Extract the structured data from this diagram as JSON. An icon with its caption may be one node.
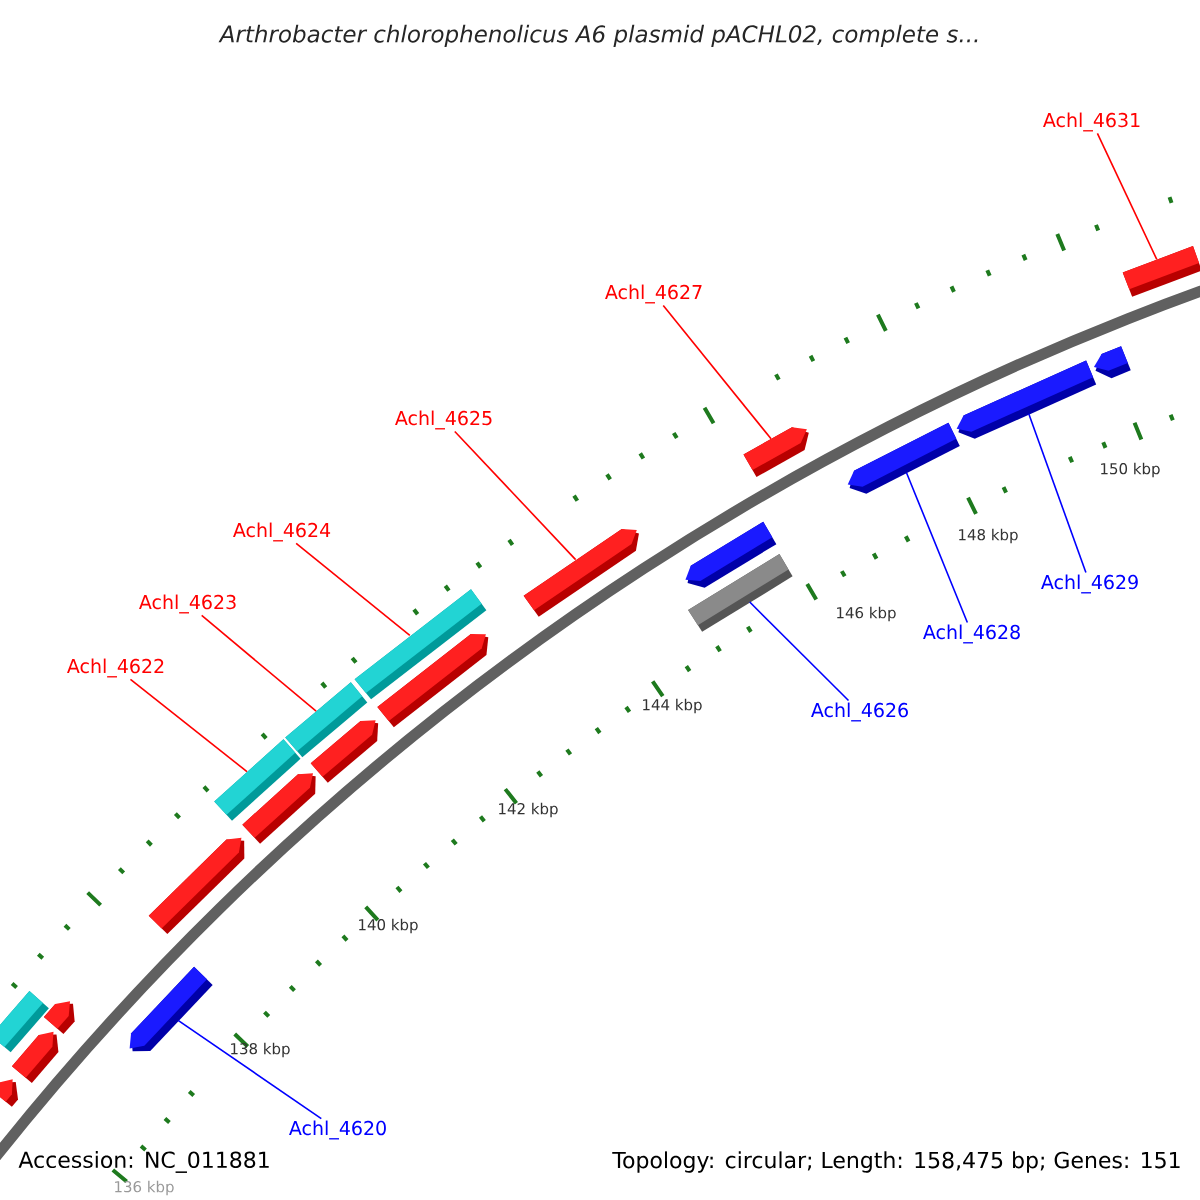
{
  "diagram": {
    "title": "Arthrobacter chlorophenolicus A6 plasmid pACHL02, complete s...",
    "nodes": [
      {
        "text": [],
        "shape": "arrow"
      },
      {
        "text": [],
        "shape": "arrow"
      },
      {
        "text": [],
        "shape": "arrow"
      },
      {
        "text": [],
        "shape": "arrow"
      },
      {
        "text": [],
        "shape": "arrow"
      },
      {
        "text": [],
        "shape": "arrow"
      },
      {
        "text": [],
        "shape": "arrow"
      },
      {
        "text": [],
        "shape": "arrow"
      },
      {
        "text": [],
        "shape": "arrow"
      },
      {
        "text": [],
        "shape": "arrow"
      },
      {
        "text": [],
        "shape": "bar"
      },
      {
        "text": [],
        "shape": "bar"
      },
      {
        "text": [],
        "shape": "bar"
      },
      {
        "text": [],
        "shape": "bar"
      },
      {
        "text": [],
        "shape": "arrow"
      },
      {
        "text": [],
        "shape": "arrow"
      },
      {
        "text": [],
        "shape": "arrow"
      },
      {
        "text": [],
        "shape": "arrow"
      },
      {
        "text": [],
        "shape": "arrow"
      },
      {
        "text": [],
        "shape": "bar"
      },
      {
        "text": [
          "Achl_4631"
        ]
      },
      {
        "text": [
          "Achl_4627"
        ]
      },
      {
        "text": [
          "Achl_4625"
        ]
      },
      {
        "text": [
          "Achl_4624"
        ]
      },
      {
        "text": [
          "Achl_4623"
        ]
      },
      {
        "text": [
          "Achl_4622"
        ]
      },
      {
        "text": [
          "Achl_4629"
        ]
      },
      {
        "text": [
          "Achl_4628"
        ]
      },
      {
        "text": [
          "Achl_4626"
        ]
      },
      {
        "text": [
          "Achl_4620"
        ]
      }
    ],
    "edges": [
      {
        "from": 20,
        "to": 0,
        "arrow": "none"
      },
      {
        "from": 21,
        "to": 1,
        "arrow": "none"
      },
      {
        "from": 22,
        "to": 2,
        "arrow": "none"
      },
      {
        "from": 23,
        "to": 12,
        "arrow": "none"
      },
      {
        "from": 24,
        "to": 11,
        "arrow": "none"
      },
      {
        "from": 25,
        "to": 10,
        "arrow": "none"
      },
      {
        "from": 26,
        "to": 17,
        "arrow": "none",
        "color": "#0000ff"
      },
      {
        "from": 27,
        "to": 16,
        "arrow": "none",
        "color": "#0000ff"
      },
      {
        "from": 28,
        "to": 19,
        "arrow": "none",
        "color": "#0000ff"
      },
      {
        "from": 29,
        "to": 14,
        "arrow": "none",
        "color": "#0000ff"
      }
    ],
    "labels": [
      "150 kbp",
      "148 kbp",
      "146 kbp",
      "144 kbp",
      "142 kbp",
      "140 kbp",
      "138 kbp",
      "Accession: NC_011881",
      "Topology: circular; Length: 158,475 bp; Genes: 151",
      "136 kbp"
    ]
  }
}
